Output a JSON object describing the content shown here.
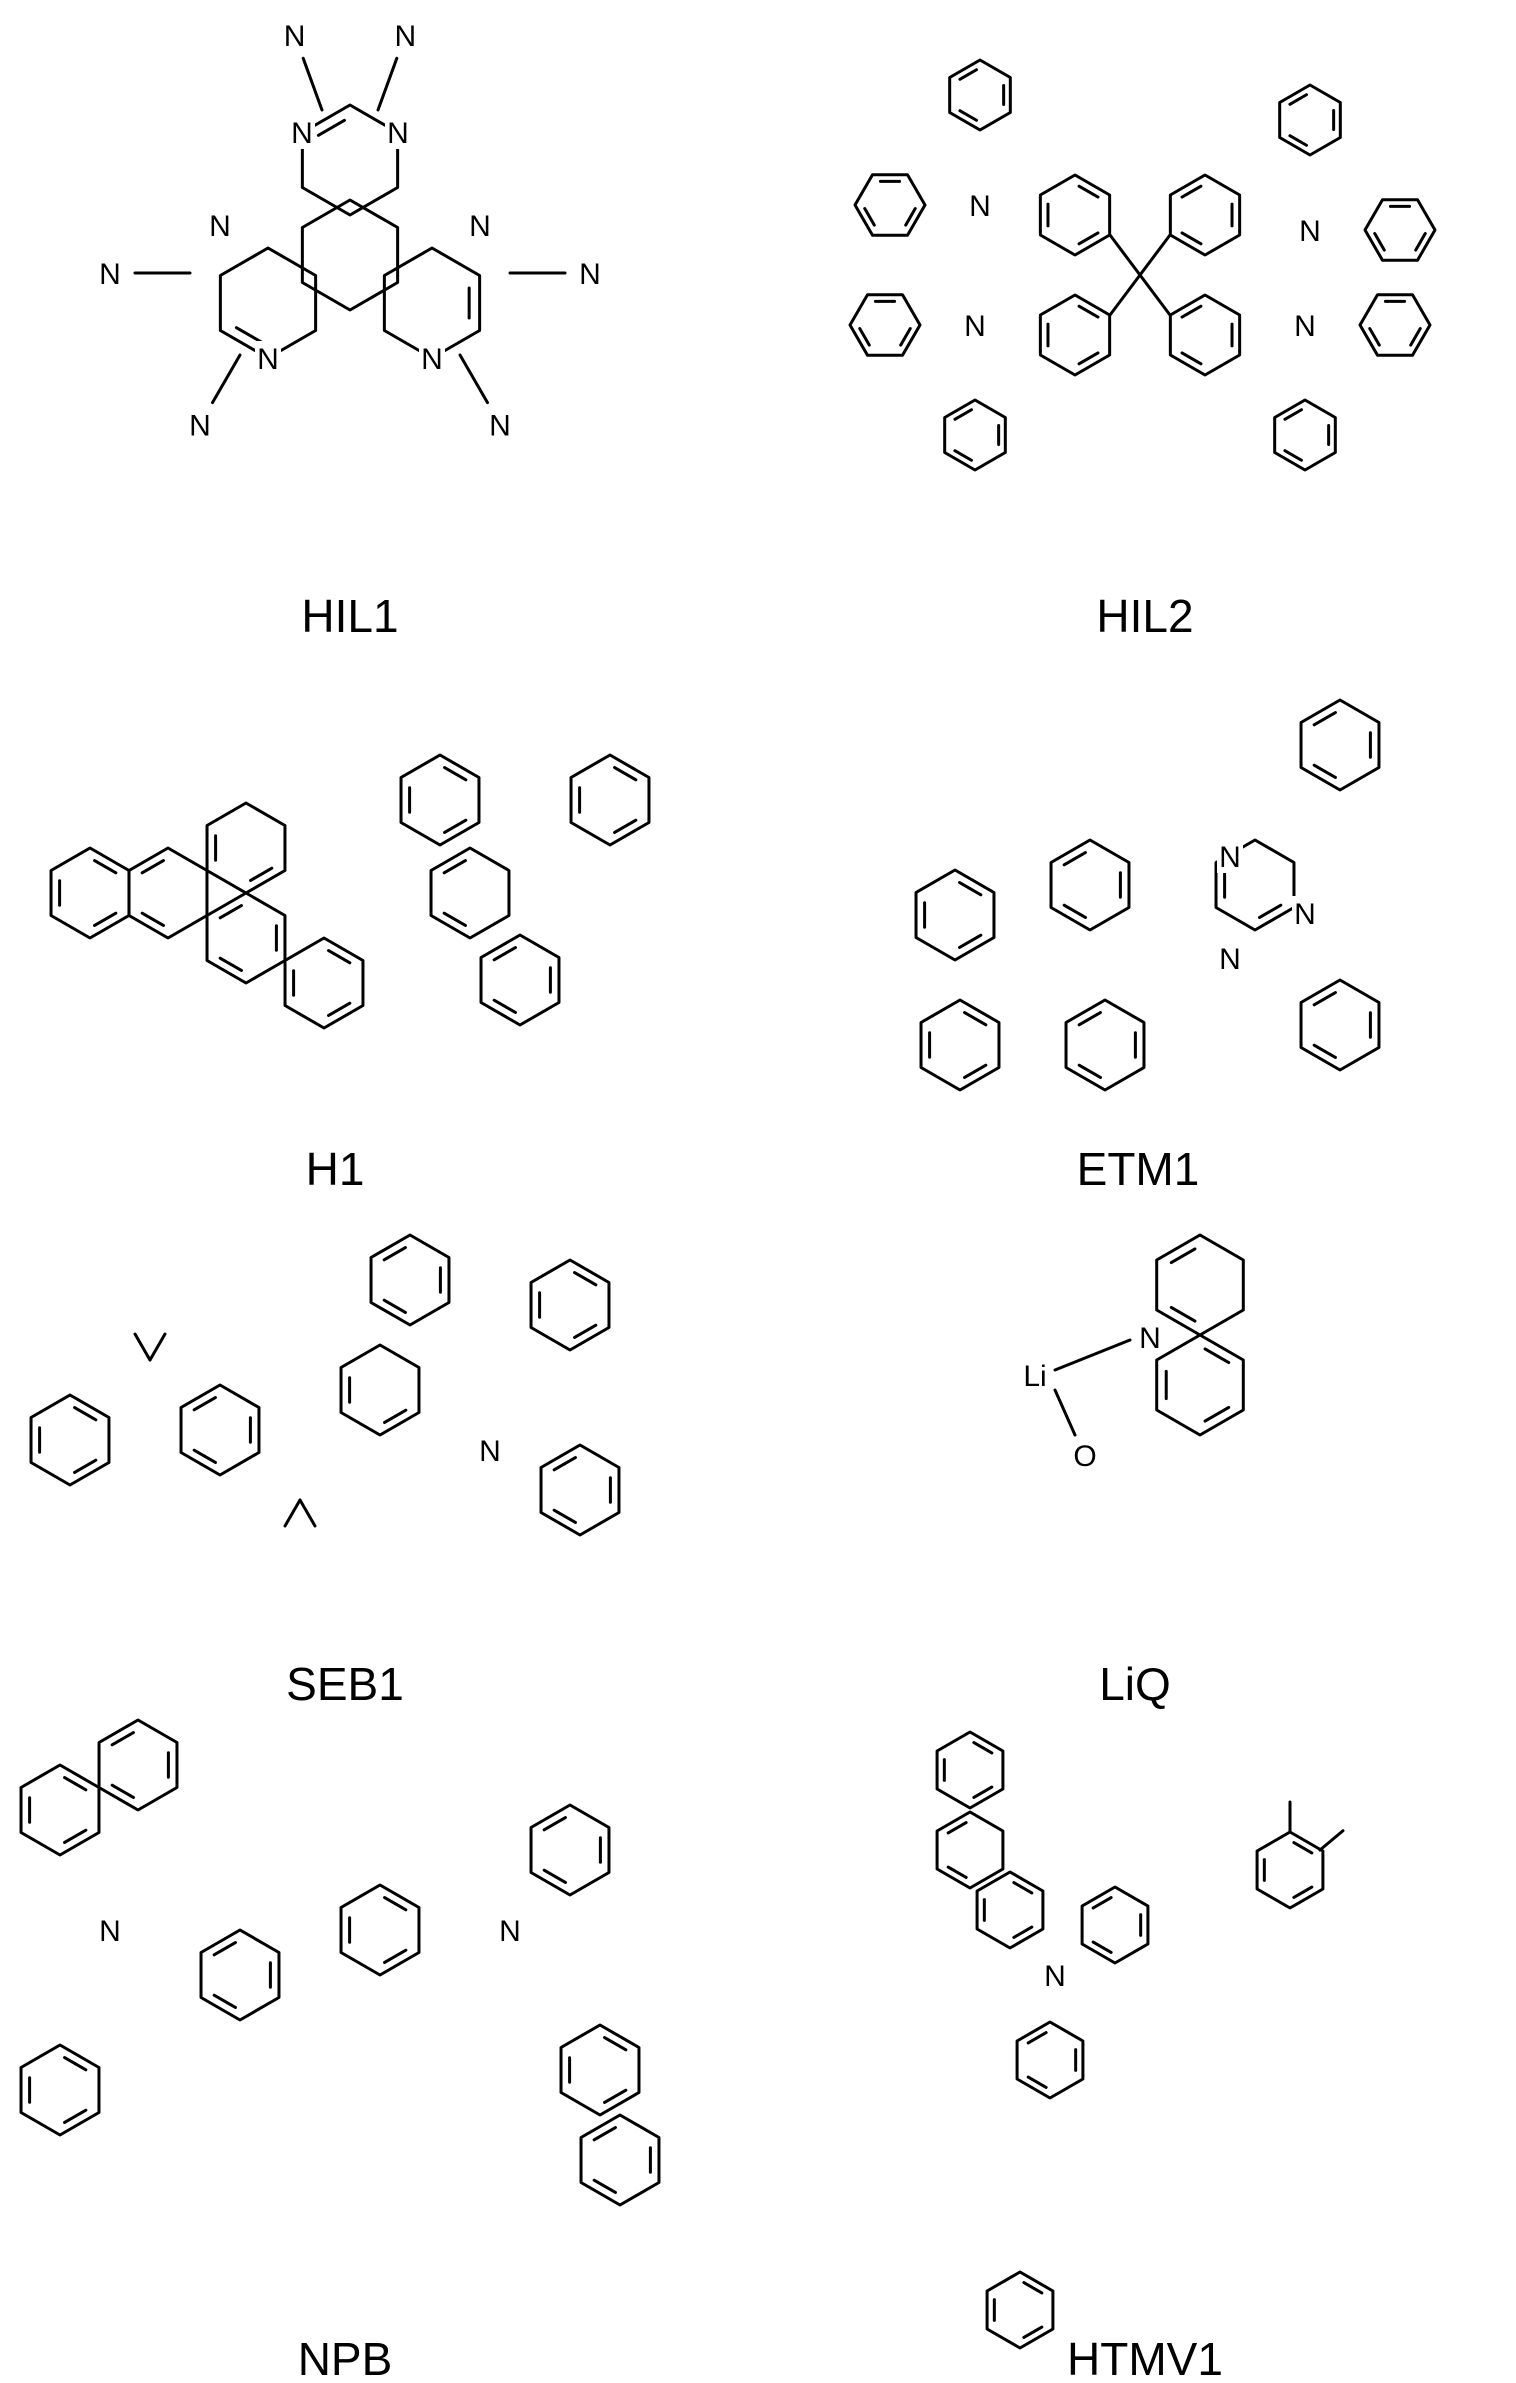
{
  "compounds": [
    {
      "label": "HIL1"
    },
    {
      "label": "HIL2"
    },
    {
      "label": "H1"
    },
    {
      "label": "ETM1"
    },
    {
      "label": "SEB1"
    },
    {
      "label": "LiQ"
    },
    {
      "label": "NPB"
    },
    {
      "label": "HTMV1"
    }
  ],
  "atoms": {
    "nitrogen": "N",
    "oxygen": "O",
    "lithium": "Li"
  }
}
